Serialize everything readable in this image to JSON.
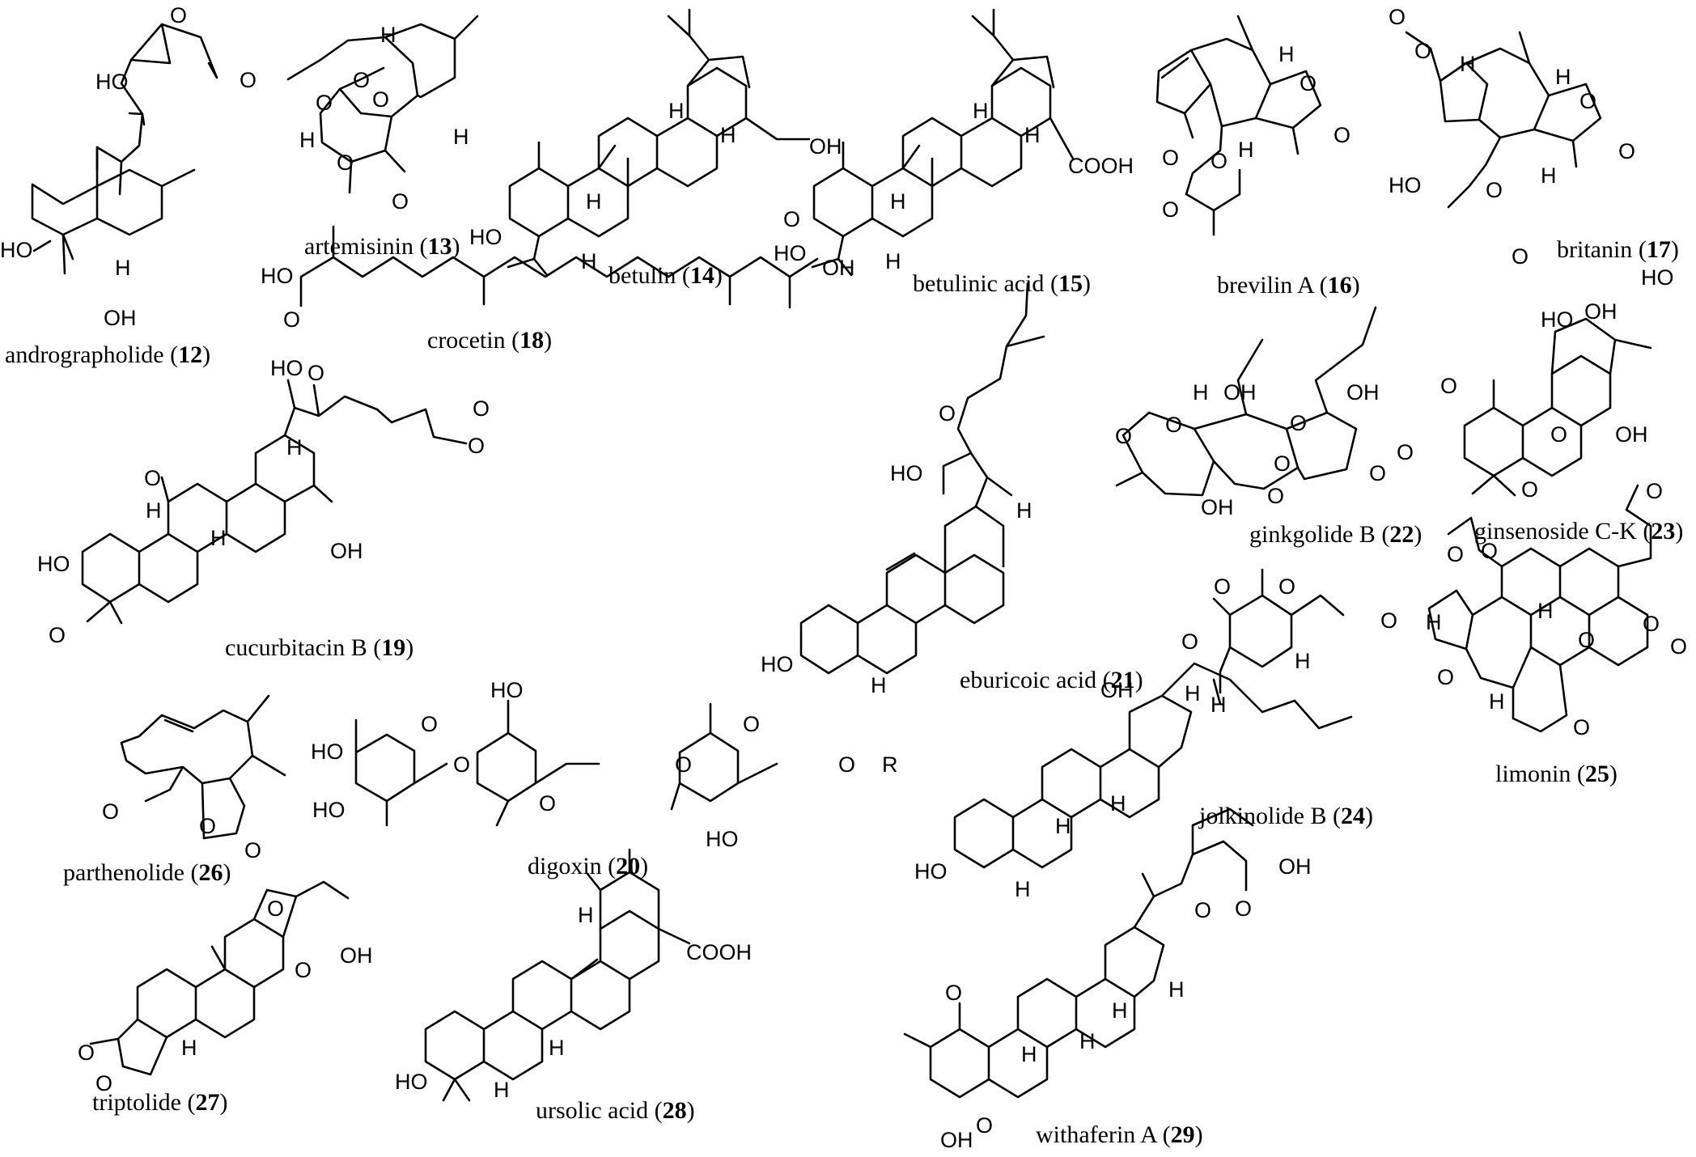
{
  "compounds": [
    {
      "id": "12",
      "name": "andrographolide",
      "atoms": [
        "HO",
        "O",
        "O",
        "HO",
        "H",
        "OH"
      ]
    },
    {
      "id": "13",
      "name": "artemisinin",
      "atoms": [
        "H",
        "O",
        "O",
        "O",
        "H",
        "O",
        "H",
        "O"
      ]
    },
    {
      "id": "14",
      "name": "betulin",
      "atoms": [
        "H",
        "H",
        "OH",
        "H",
        "HO",
        "H"
      ]
    },
    {
      "id": "15",
      "name": "betulinic acid",
      "atoms": [
        "H",
        "H",
        "COOH",
        "H",
        "HO",
        "H"
      ]
    },
    {
      "id": "16",
      "name": "brevilin A",
      "atoms": [
        "H",
        "O",
        "O",
        "O",
        "H",
        "O",
        "O"
      ]
    },
    {
      "id": "17",
      "name": "britanin",
      "atoms": [
        "O",
        "O",
        "H",
        "H",
        "O",
        "O",
        "HO",
        "O",
        "H",
        "O"
      ]
    },
    {
      "id": "18",
      "name": "crocetin",
      "atoms": [
        "HO",
        "O",
        "O",
        "OH"
      ]
    },
    {
      "id": "19",
      "name": "cucurbitacin B",
      "atoms": [
        "HO",
        "O",
        "O",
        "O",
        "O",
        "H",
        "OH",
        "H",
        "HO",
        "H",
        "O"
      ]
    },
    {
      "id": "20",
      "name": "digoxin",
      "atoms": [
        "HO",
        "O",
        "O",
        "HO",
        "O",
        "O",
        "O",
        "HO",
        "O",
        "R",
        "HO"
      ]
    },
    {
      "id": "21",
      "name": "eburicoic acid",
      "atoms": [
        "O",
        "HO",
        "H",
        "HO",
        "H"
      ]
    },
    {
      "id": "22",
      "name": "ginkgolide B",
      "atoms": [
        "O",
        "H",
        "OH",
        "O",
        "OH",
        "O",
        "O",
        "O",
        "OH",
        "O",
        "O",
        "O"
      ]
    },
    {
      "id": "23",
      "name": "ginsenoside C-K",
      "atoms": [
        "HO",
        "OH",
        "HO",
        "O",
        "OH",
        "O",
        "OH",
        "H",
        "H",
        "H",
        "HO",
        "H"
      ]
    },
    {
      "id": "24",
      "name": "jolkinolide B",
      "atoms": [
        "O",
        "O",
        "O",
        "H",
        "O",
        "H"
      ]
    },
    {
      "id": "25",
      "name": "limonin",
      "atoms": [
        "O",
        "O",
        "O",
        "O",
        "H",
        "H",
        "O",
        "O",
        "H",
        "O",
        "O"
      ]
    },
    {
      "id": "26",
      "name": "parthenolide",
      "atoms": [
        "O",
        "O",
        "O"
      ]
    },
    {
      "id": "27",
      "name": "triptolide",
      "atoms": [
        "O",
        "OH",
        "O",
        "O",
        "O",
        "H"
      ]
    },
    {
      "id": "28",
      "name": "ursolic acid",
      "atoms": [
        "H",
        "COOH",
        "H",
        "HO",
        "H"
      ]
    },
    {
      "id": "29",
      "name": "withaferin A",
      "atoms": [
        "OH",
        "O",
        "O",
        "O",
        "H",
        "H",
        "H",
        "H",
        "O",
        "OH"
      ]
    }
  ]
}
